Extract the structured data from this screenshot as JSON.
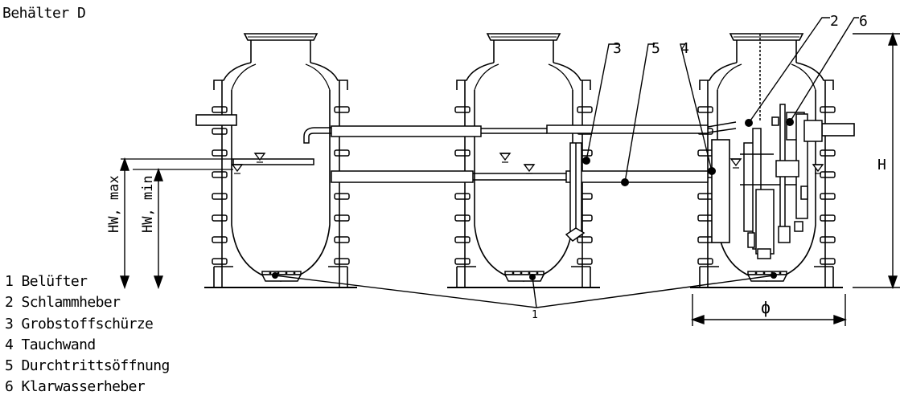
{
  "title": "Behälter D",
  "legend": [
    {
      "num": "1",
      "label": "Belüfter"
    },
    {
      "num": "2",
      "label": "Schlammheber"
    },
    {
      "num": "3",
      "label": "Grobstoffschürze"
    },
    {
      "num": "4",
      "label": "Tauchwand"
    },
    {
      "num": "5",
      "label": "Durchtrittsöffnung"
    },
    {
      "num": "6",
      "label": "Klarwasserheber"
    }
  ],
  "dimensions": {
    "hw_max": "HW, max",
    "hw_min": "HW, min",
    "height": "H",
    "diameter": "ϕ"
  },
  "callouts": [
    "1",
    "2",
    "3",
    "4",
    "5",
    "6"
  ]
}
